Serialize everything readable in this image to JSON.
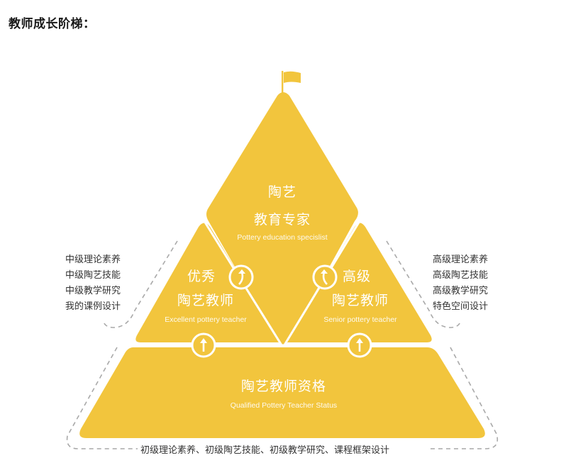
{
  "header": {
    "title": "教师成长阶梯："
  },
  "colors": {
    "pyramid": "#F2C53D",
    "text_on_shape": "#FFFFFF",
    "dash": "#A9A9A9",
    "label_text": "#333333"
  },
  "levels": {
    "top": {
      "cn_line1": "陶艺",
      "cn_line2": "教育专家",
      "en": "Pottery education specislist",
      "icon": "flag-icon"
    },
    "left": {
      "cn_line1": "优秀",
      "cn_line2": "陶艺教师",
      "en": "Excellent pottery teacher"
    },
    "right": {
      "cn_line1": "高级",
      "cn_line2": "陶艺教师",
      "en": "Senior pottery teacher"
    },
    "base": {
      "cn": "陶艺教师资格",
      "en": "Qualified Pottery Teacher Status"
    }
  },
  "side_notes": {
    "left": [
      "中级理论素养",
      "中级陶艺技能",
      "中级教学研究",
      "我的课例设计"
    ],
    "right": [
      "高级理论素养",
      "高级陶艺技能",
      "高级教学研究",
      "特色空间设计"
    ],
    "bottom": "初级理论素养、初级陶艺技能、初级教学研究、课程框架设计"
  },
  "arrows": [
    "arrow-up-curved-right-icon",
    "arrow-up-curved-left-icon",
    "arrow-up-icon",
    "arrow-up-icon"
  ]
}
